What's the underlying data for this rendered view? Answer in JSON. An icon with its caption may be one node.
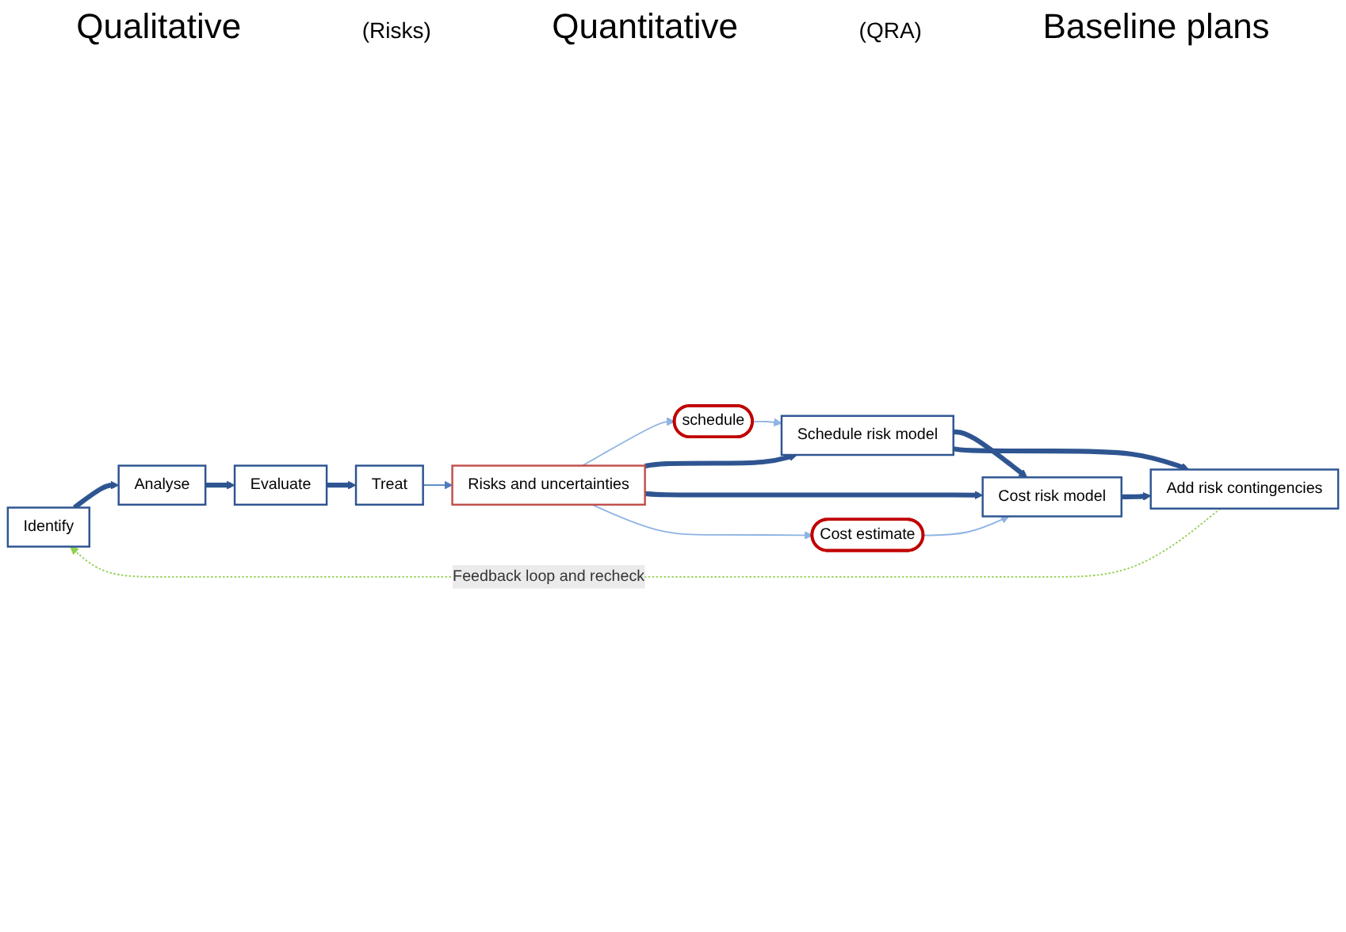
{
  "diagram": {
    "nodes": [
      {
        "text": [
          "Identify"
        ]
      },
      {
        "text": [
          "Analyse"
        ]
      },
      {
        "text": [
          "Evaluate"
        ]
      },
      {
        "text": [
          "Treat"
        ]
      },
      {
        "text": [
          "Risks and uncertainties"
        ]
      },
      {
        "text": [
          "schedule"
        ]
      },
      {
        "text": [
          "Schedule risk model"
        ]
      },
      {
        "text": [
          "Cost risk model"
        ]
      },
      {
        "text": [
          "Cost estimate"
        ]
      },
      {
        "text": [
          "Add risk contingencies"
        ]
      }
    ],
    "edges": [
      {
        "from": 0,
        "to": 1,
        "arrow": "to"
      },
      {
        "from": 1,
        "to": 2,
        "arrow": "to"
      },
      {
        "from": 2,
        "to": 3,
        "arrow": "to"
      },
      {
        "from": 3,
        "to": 4,
        "arrow": "to",
        "color": "#4a7ebb"
      },
      {
        "from": 4,
        "to": 5,
        "arrow": "to",
        "color": "#8fb4e3"
      },
      {
        "from": 4,
        "to": 6,
        "arrow": "to"
      },
      {
        "from": 4,
        "to": 7,
        "arrow": "to"
      },
      {
        "from": 4,
        "to": 8,
        "arrow": "to",
        "color": "#8fb4e3"
      },
      {
        "from": 5,
        "to": 6,
        "arrow": "to",
        "color": "#8fb4e3"
      },
      {
        "from": 8,
        "to": 7,
        "arrow": "to",
        "color": "#8fb4e3"
      },
      {
        "from": 6,
        "to": 7,
        "arrow": "to"
      },
      {
        "from": 6,
        "to": 9,
        "arrow": "to"
      },
      {
        "from": 7,
        "to": 9,
        "arrow": "to"
      },
      {
        "from": 9,
        "to": 0,
        "arrow": "to",
        "style": "dashed",
        "color": "#92d050",
        "label": "Feedback loop and recheck"
      }
    ],
    "labels": [
      "Qualitative",
      "(Risks)",
      "Quantitative",
      "(QRA)",
      "Baseline plans"
    ]
  }
}
